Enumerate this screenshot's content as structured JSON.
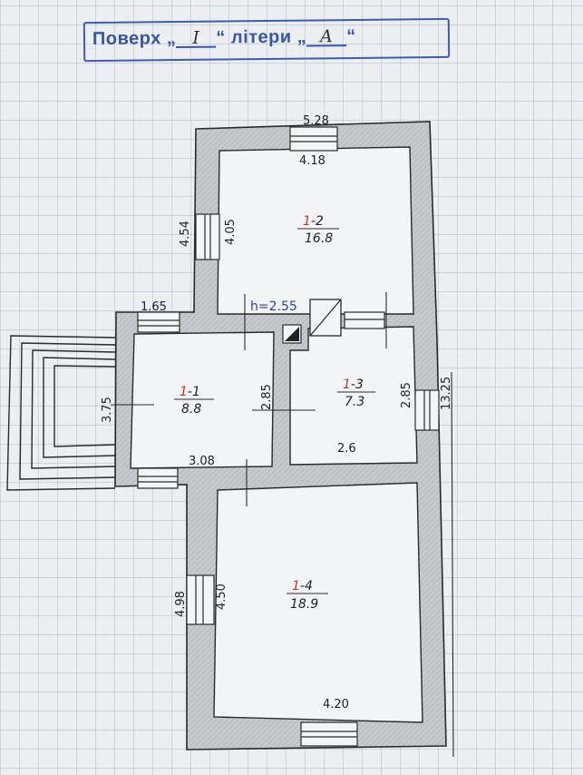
{
  "header": {
    "floor_word": "Поверх",
    "floor_value": "I",
    "letter_word": "літери",
    "letter_value": "А"
  },
  "rooms": [
    {
      "number": "1-2",
      "building": "1",
      "room": "2",
      "area": "16.8"
    },
    {
      "number": "1-1",
      "building": "1",
      "room": "1",
      "area": "8.8"
    },
    {
      "number": "1-3",
      "building": "1",
      "room": "3",
      "area": "7.3"
    },
    {
      "number": "1-4",
      "building": "1",
      "room": "4",
      "area": "18.9"
    }
  ],
  "ceiling_height": "h=2.55",
  "dimensions": {
    "top_outer": "5.28",
    "top_inner": "4.18",
    "room2_left_outer": "4.54",
    "room2_left_inner": "4.05",
    "porch_width": "1.65",
    "room1_height": "3.75",
    "room1_right": "2.85",
    "room1_bottom": "3.08",
    "room3_right": "2.85",
    "room3_bottom": "2.6",
    "right_outer": "13.25",
    "room4_left_outer": "4.98",
    "room4_left_inner": "4.50",
    "room4_bottom": "4.20"
  },
  "colors": {
    "wall_fill": "#c9cbcf",
    "line": "#2a2a2a",
    "stamp": "#3656a8",
    "room_prefix": "#c9302c",
    "height_note": "#2b3fa0"
  }
}
